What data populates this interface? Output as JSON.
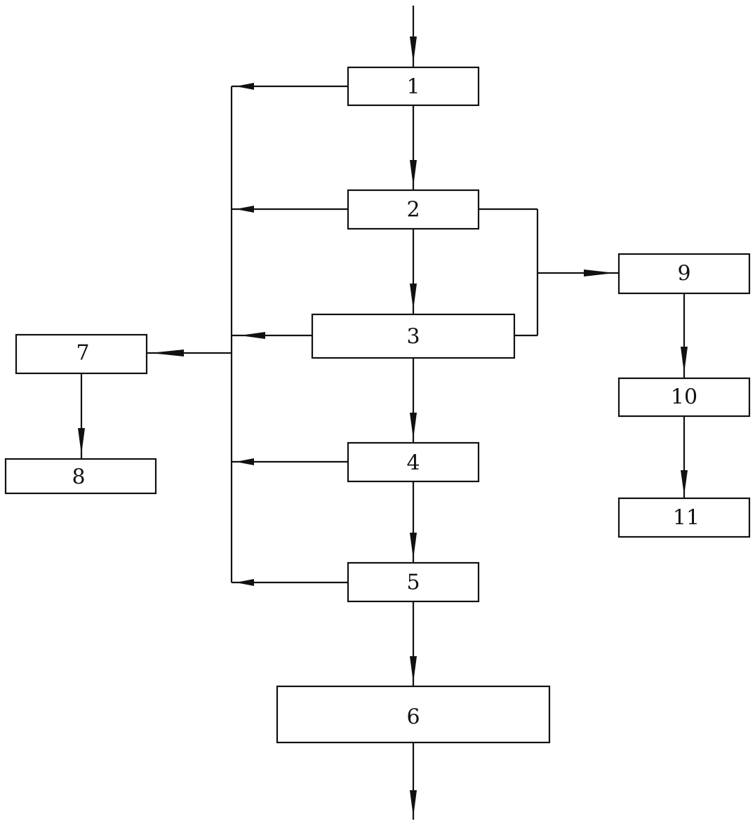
{
  "diagram": {
    "nodes": [
      {
        "id": "n1",
        "label": "1"
      },
      {
        "id": "n2",
        "label": "2"
      },
      {
        "id": "n3",
        "label": "3"
      },
      {
        "id": "n4",
        "label": "4"
      },
      {
        "id": "n5",
        "label": "5"
      },
      {
        "id": "n6",
        "label": "6"
      },
      {
        "id": "n7",
        "label": "7"
      },
      {
        "id": "n8",
        "label": "8"
      },
      {
        "id": "n9",
        "label": "9"
      },
      {
        "id": "n10",
        "label": "10"
      },
      {
        "id": "n11",
        "label": "11"
      }
    ],
    "edges": [
      {
        "from": "input",
        "to": "n1"
      },
      {
        "from": "n1",
        "to": "n2"
      },
      {
        "from": "n2",
        "to": "n3"
      },
      {
        "from": "n3",
        "to": "n4"
      },
      {
        "from": "n4",
        "to": "n5"
      },
      {
        "from": "n5",
        "to": "n6"
      },
      {
        "from": "n6",
        "to": "output"
      },
      {
        "from": "n1",
        "to": "n7"
      },
      {
        "from": "n2",
        "to": "n7"
      },
      {
        "from": "n3",
        "to": "n7"
      },
      {
        "from": "n4",
        "to": "n7"
      },
      {
        "from": "n5",
        "to": "n7"
      },
      {
        "from": "n7",
        "to": "n8"
      },
      {
        "from": "n2",
        "to": "n9"
      },
      {
        "from": "n3",
        "to": "n9"
      },
      {
        "from": "n9",
        "to": "n10"
      },
      {
        "from": "n10",
        "to": "n11"
      }
    ]
  }
}
